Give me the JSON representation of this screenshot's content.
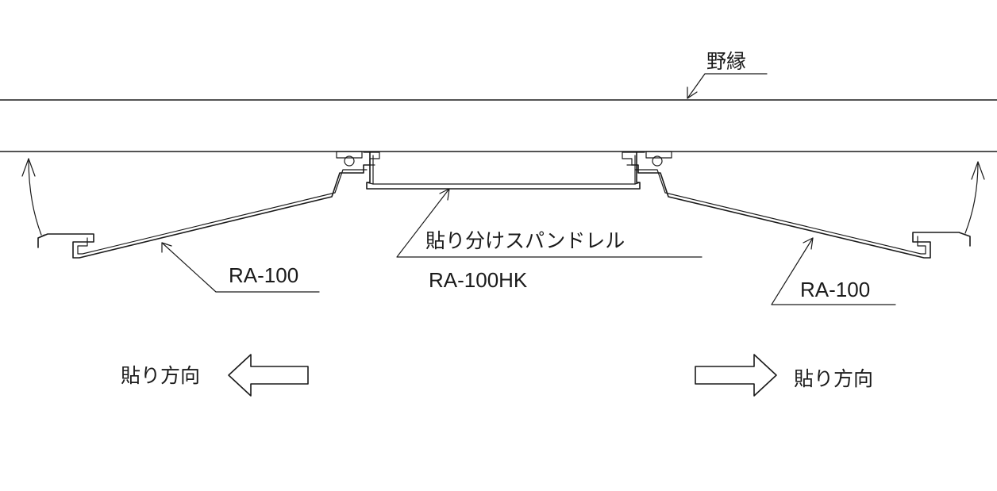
{
  "labels": {
    "furring": "野縁",
    "center_panel_name": "貼り分けスパンドレル",
    "center_panel_code": "RA-100HK",
    "left_panel_code": "RA-100",
    "right_panel_code": "RA-100",
    "left_direction": "貼り方向",
    "right_direction": "貼り方向"
  },
  "colors": {
    "line": "#1a1a1a",
    "background": "#ffffff"
  }
}
